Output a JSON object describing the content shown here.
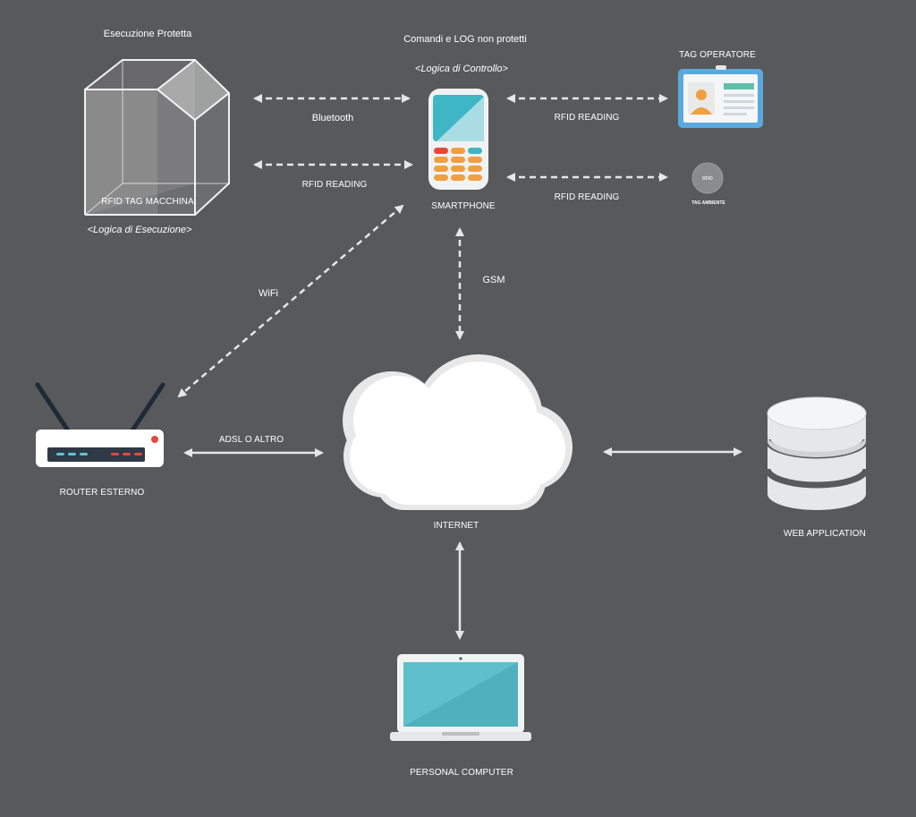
{
  "labels": {
    "protected_execution": "Esecuzione Protetta",
    "unprotected_commands": "Comandi e LOG non protetti",
    "control_logic": "<Logica di Controllo>",
    "execution_logic": "<Logica di Esecuzione>",
    "machine_tag": "RFID TAG MACCHINA",
    "smartphone": "SMARTPHONE",
    "operator_tag": "TAG OPERATORE",
    "env_tag": "TAG AMBIENTE",
    "rfid_badge": "RFID",
    "router": "ROUTER ESTERNO",
    "internet": "INTERNET",
    "web_application": "WEB APPLICATION",
    "personal_computer": "PERSONAL COMPUTER"
  },
  "connections": {
    "bluetooth": "Bluetooth",
    "rfid_reading_machine": "RFID READING",
    "rfid_reading_operator": "RFID READING",
    "rfid_reading_env": "RFID READING",
    "wifi": "WiFi",
    "gsm": "GSM",
    "adsl": "ADSL O ALTRO"
  },
  "icons": {
    "machine": "cube-icon",
    "smartphone": "smartphone-icon",
    "operator_tag": "id-card-icon",
    "env_tag": "rfid-tag-icon",
    "router": "router-icon",
    "cloud": "cloud-icon",
    "database": "database-icon",
    "laptop": "laptop-icon"
  },
  "colors": {
    "background": "#58595b",
    "connector": "#e6e6e6",
    "phone_screen": "#3fb6c6",
    "phone_keys_orange": "#f0a040",
    "phone_key_red": "#e4473c",
    "card_blue": "#5aa9de",
    "laptop_screen": "#5fbfcc",
    "database": "#e6e7e8",
    "router_led": "#e4473c"
  }
}
